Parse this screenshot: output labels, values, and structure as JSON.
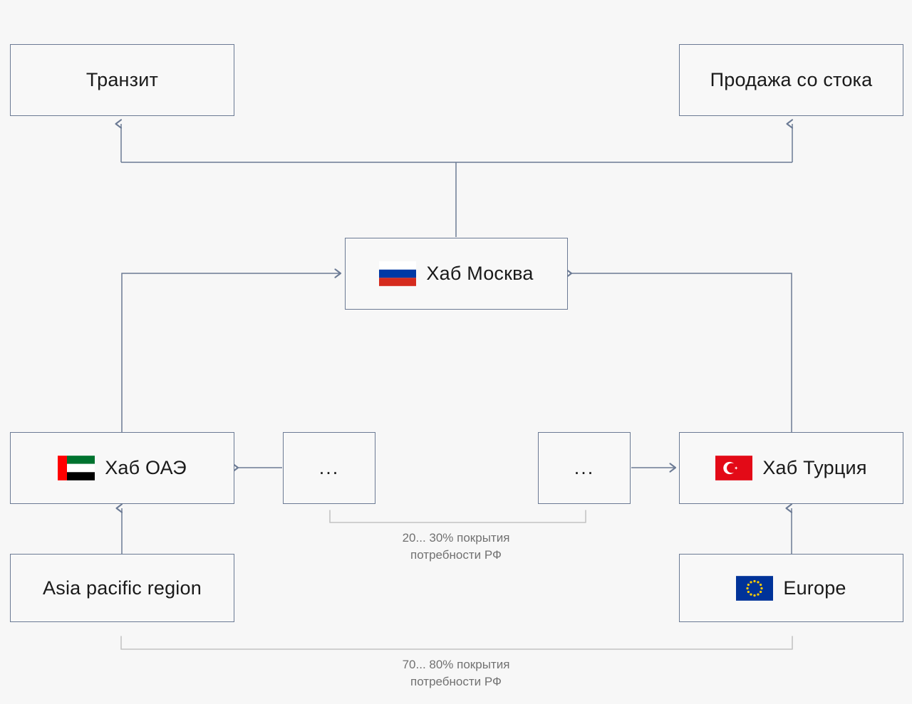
{
  "diagram": {
    "title": "",
    "background_color": "#f7f7f7",
    "edge_color": "#6b7a94",
    "bracket_color": "#c4c4c4",
    "box_border_color": "#6b7a94",
    "box_fill_color": "#f8f8f8",
    "caption_color": "#717171"
  },
  "nodes": {
    "transit": {
      "label": "Транзит",
      "flag": "none"
    },
    "stock_sale": {
      "label": "Продажа со стока",
      "flag": "none"
    },
    "hub_moscow": {
      "label": "Хаб Москва",
      "flag": "russia-flag"
    },
    "hub_uae": {
      "label": "Хаб ОАЭ",
      "flag": "uae-flag"
    },
    "hub_turkey": {
      "label": "Хаб Турция",
      "flag": "turkey-flag"
    },
    "placeholder_left": {
      "label": "...",
      "flag": "none"
    },
    "placeholder_right": {
      "label": "...",
      "flag": "none"
    },
    "asia_pacific": {
      "label": "Asia pacific region",
      "flag": "none"
    },
    "europe": {
      "label": "Europe",
      "flag": "eu-flag"
    }
  },
  "captions": {
    "middle": "20... 30% покрытия\nпотребности РФ",
    "bottom": "70... 80% покрытия\nпотребности РФ"
  },
  "flag_colors": {
    "russia_white": "#ffffff",
    "russia_blue": "#0039a6",
    "russia_red": "#d52b1e",
    "uae_red": "#ff0000",
    "uae_green": "#00732f",
    "uae_white": "#ffffff",
    "uae_black": "#000000",
    "turkey_red": "#e30a17",
    "turkey_white": "#ffffff",
    "eu_blue": "#003399",
    "eu_gold": "#ffcc00"
  }
}
